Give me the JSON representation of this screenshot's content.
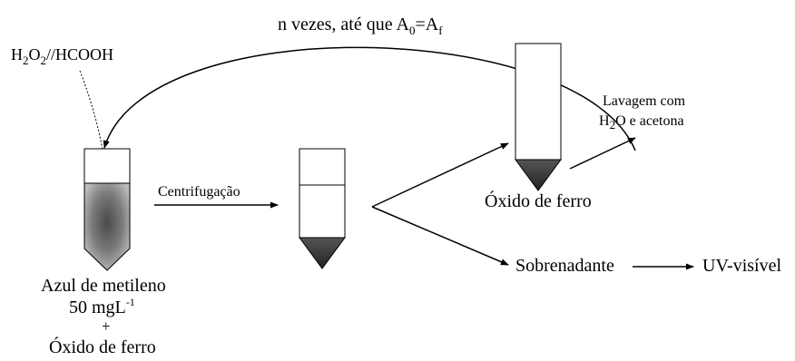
{
  "loop_label": {
    "prefix": "n vezes, até que A",
    "sub1": "0",
    "eq": "=A",
    "sub2": "f"
  },
  "reagent": {
    "h": "H",
    "sub1": "2",
    "o": "O",
    "sub2": "2",
    "rest": "//HCOOH"
  },
  "centrifuge_label": "Centrifugação",
  "wash_label": {
    "line1": "Lavagem com",
    "h": "H",
    "sub": "2",
    "rest": "O e acetona"
  },
  "iron_oxide_label": "Óxido de ferro",
  "supernatant_label": "Sobrenadante",
  "uv_label": "UV-visível",
  "sample_label": {
    "line1": "Azul de metileno",
    "line2_main": "50 mgL",
    "line2_sup": "-1",
    "line3": "+",
    "line4": "Óxido de ferro"
  },
  "colors": {
    "solution_dark": "#4a4a4a",
    "solution_light": "#bdbdbd",
    "pellet": "#3a3a3a",
    "line": "#000000"
  }
}
